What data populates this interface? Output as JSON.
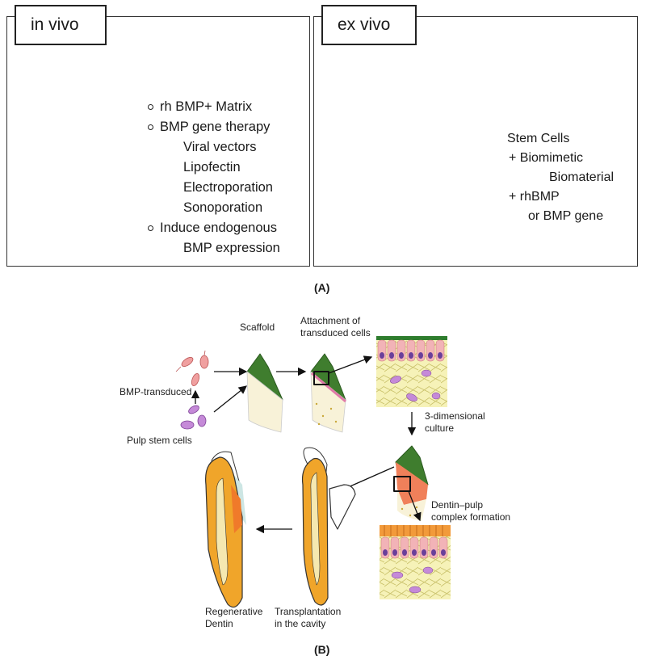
{
  "panel_a": {
    "in_vivo": {
      "tab": "in vivo",
      "items": [
        {
          "text": "rh BMP+ Matrix",
          "bullet": true
        },
        {
          "text": "BMP gene therapy",
          "bullet": true
        },
        {
          "text": "Viral vectors",
          "bullet": false
        },
        {
          "text": "Lipofectin",
          "bullet": false
        },
        {
          "text": "Electroporation",
          "bullet": false
        },
        {
          "text": "Sonoporation",
          "bullet": false
        },
        {
          "text": "Induce endogenous",
          "bullet": true
        },
        {
          "text": "BMP expression",
          "bullet": false
        }
      ]
    },
    "ex_vivo": {
      "tab": "ex vivo",
      "lines": [
        "Stem Cells",
        "+ Biomimetic",
        "Biomaterial",
        "+ rhBMP",
        "or BMP gene"
      ]
    },
    "caption": "(A)"
  },
  "panel_b": {
    "labels": {
      "scaffold": "Scaffold",
      "attachment": "Attachment of\ntransduced cells",
      "bmp_transduced": "BMP-transduced",
      "pulp_stem_cells": "Pulp stem cells",
      "culture": "3-dimensional\nculture",
      "dentin_pulp": "Dentin–pulp\ncomplex formation",
      "regenerative": "Regenerative\nDentin",
      "transplantation": "Transplantation\nin the cavity"
    },
    "caption": "(B)"
  },
  "colors": {
    "dentin_yellow": "#f1ee4a",
    "pulp_orange": "#f0805a",
    "gum_pink": "#e9a7c6",
    "bone_green": "#9db26c",
    "scaffold_green": "#3f7d2e",
    "cell_purple": "#c58ad8",
    "tooth_orange": "#f0a52a"
  }
}
